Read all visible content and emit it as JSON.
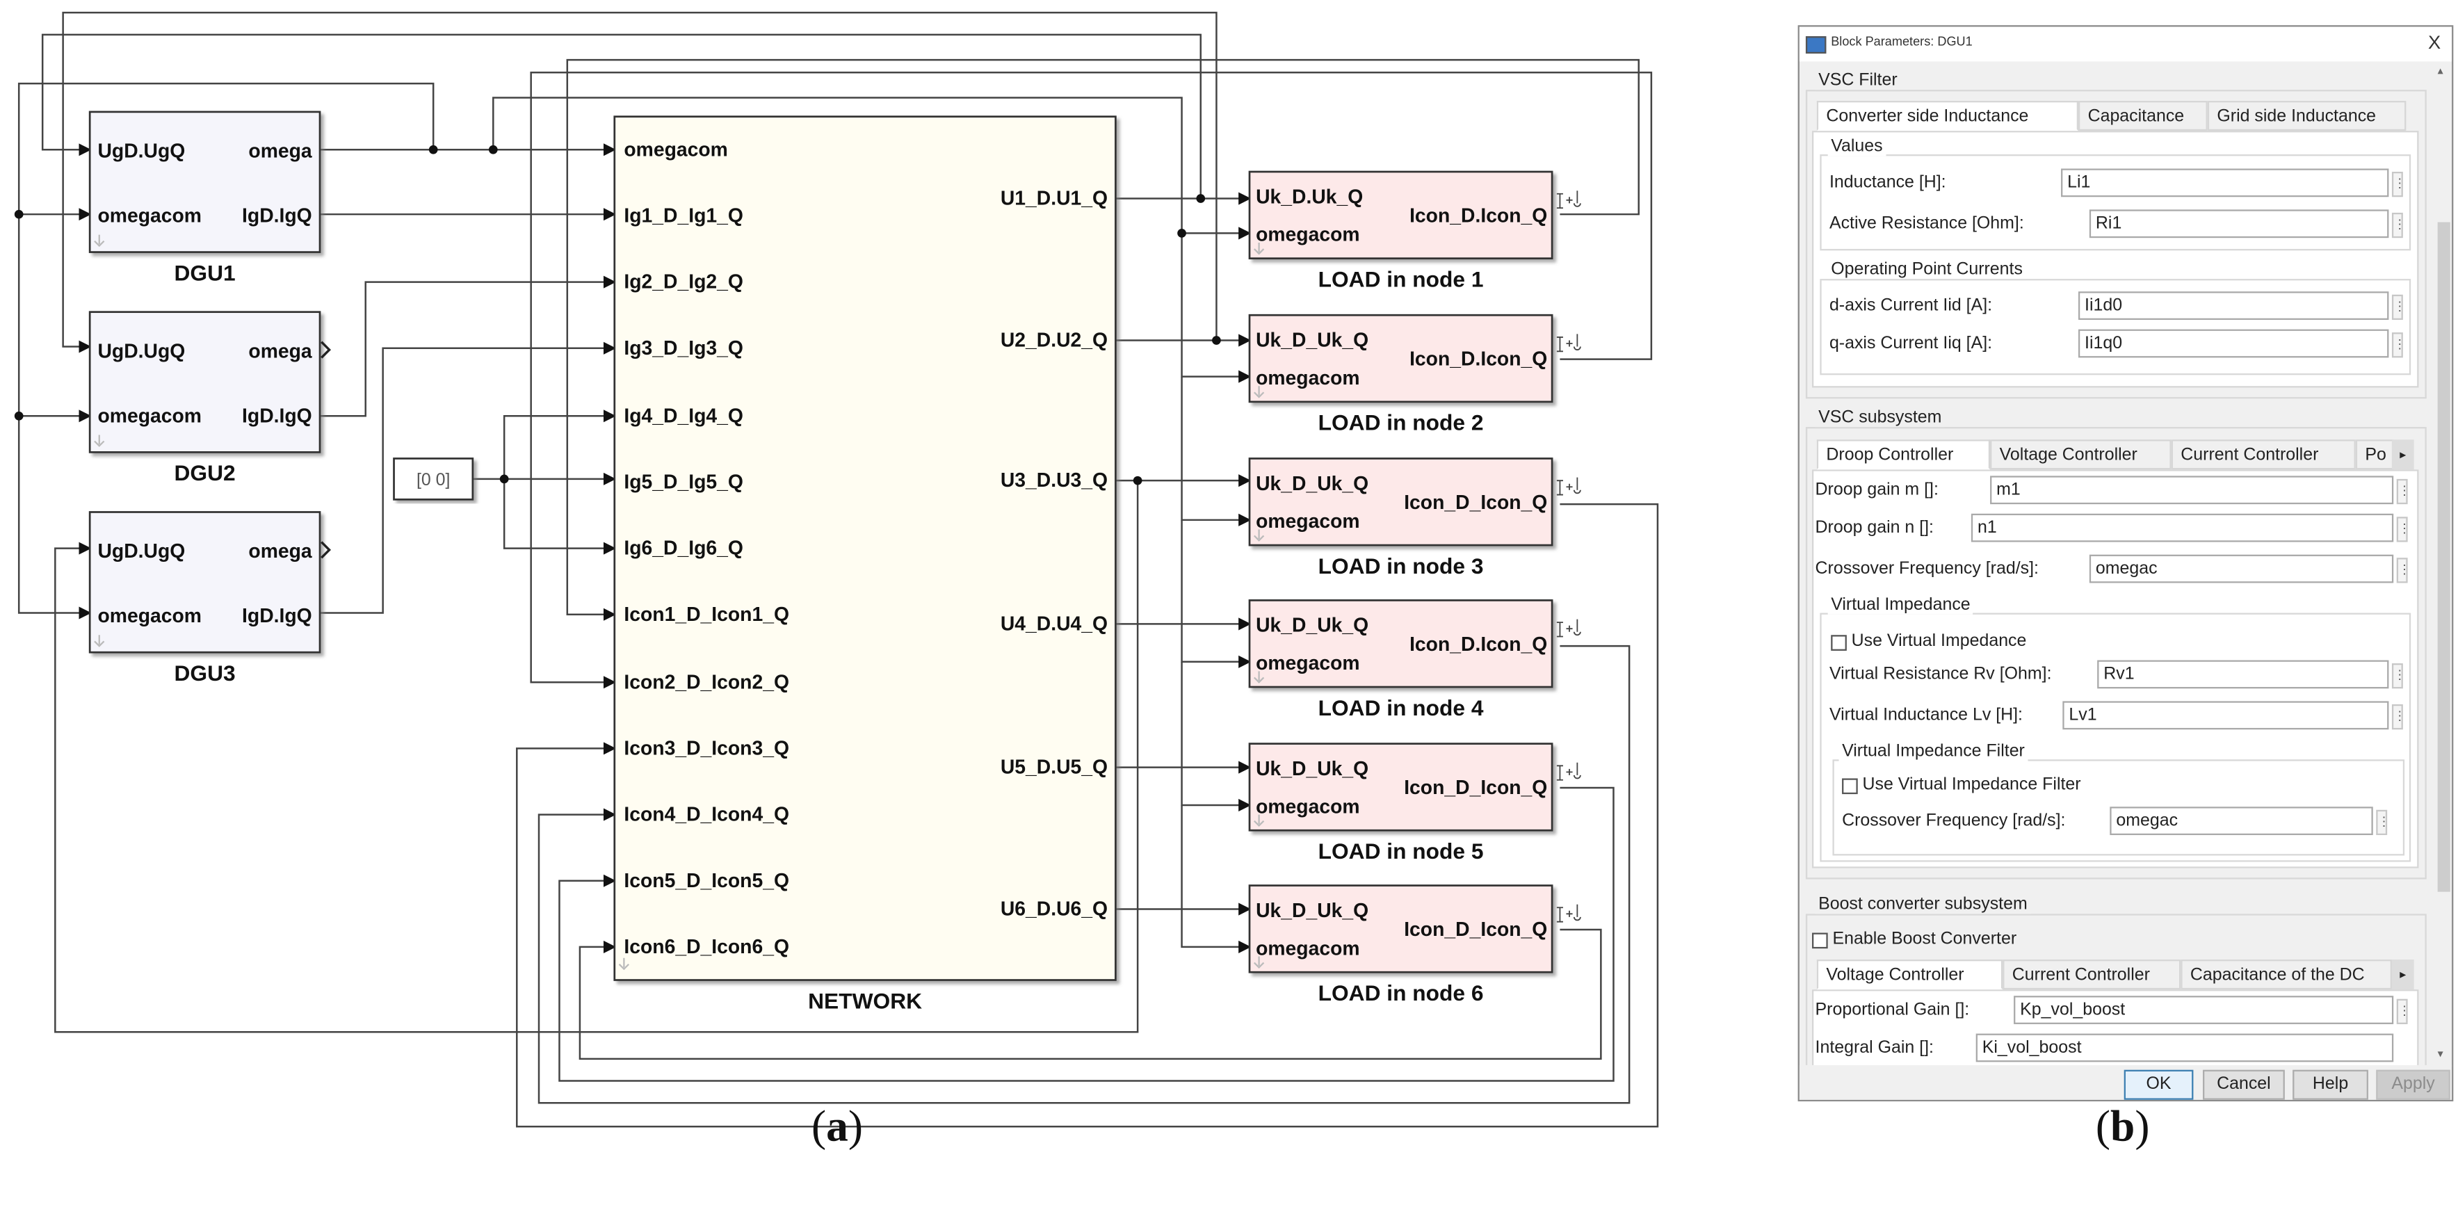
{
  "captions": {
    "a_letter": "a",
    "b_letter": "b"
  },
  "diagram": {
    "dgus": [
      {
        "name": "DGU1",
        "in1": "UgD.UgQ",
        "in2": "omegacom",
        "out1": "omega",
        "out2": "IgD.IgQ"
      },
      {
        "name": "DGU2",
        "in1": "UgD.UgQ",
        "in2": "omegacom",
        "out1": "omega",
        "out2": "IgD.IgQ"
      },
      {
        "name": "DGU3",
        "in1": "UgD.UgQ",
        "in2": "omegacom",
        "out1": "omega",
        "out2": "IgD.IgQ"
      }
    ],
    "constant": "[0 0]",
    "network": {
      "name": "NETWORK",
      "inputs": [
        "omegacom",
        "Ig1_D_Ig1_Q",
        "Ig2_D_Ig2_Q",
        "Ig3_D_Ig3_Q",
        "Ig4_D_Ig4_Q",
        "Ig5_D_Ig5_Q",
        "Ig6_D_Ig6_Q",
        "Icon1_D_Icon1_Q",
        "Icon2_D_Icon2_Q",
        "Icon3_D_Icon3_Q",
        "Icon4_D_Icon4_Q",
        "Icon5_D_Icon5_Q",
        "Icon6_D_Icon6_Q"
      ],
      "outputs": [
        "U1_D.U1_Q",
        "U2_D.U2_Q",
        "U3_D.U3_Q",
        "U4_D.U4_Q",
        "U5_D.U5_Q",
        "U6_D.U6_Q"
      ]
    },
    "loads": [
      {
        "name": "LOAD in node 1",
        "in1": "Uk_D.Uk_Q",
        "in2": "omegacom",
        "out": "Icon_D.Icon_Q"
      },
      {
        "name": "LOAD in node 2",
        "in1": "Uk_D_Uk_Q",
        "in2": "omegacom",
        "out": "Icon_D.Icon_Q"
      },
      {
        "name": "LOAD in node 3",
        "in1": "Uk_D_Uk_Q",
        "in2": "omegacom",
        "out": "Icon_D_Icon_Q"
      },
      {
        "name": "LOAD in node 4",
        "in1": "Uk_D_Uk_Q",
        "in2": "omegacom",
        "out": "Icon_D.Icon_Q"
      },
      {
        "name": "LOAD in node 5",
        "in1": "Uk_D_Uk_Q",
        "in2": "omegacom",
        "out": "Icon_D_Icon_Q"
      },
      {
        "name": "LOAD in node 6",
        "in1": "Uk_D_Uk_Q",
        "in2": "omegacom",
        "out": "Icon_D_Icon_Q"
      }
    ],
    "colors": {
      "dgu_fill": "#f5f5fb",
      "network_fill": "#fffdf2",
      "load_fill": "#fde9e9"
    }
  },
  "dialog": {
    "title": "Block Parameters: DGU1",
    "close": "X",
    "vsc_filter": {
      "legend": "VSC Filter",
      "tabs": [
        "Converter side Inductance",
        "Capacitance",
        "Grid side Inductance"
      ],
      "values_legend": "Values",
      "inductance_label": "Inductance [H]:",
      "inductance_value": "Li1",
      "resistance_label": "Active Resistance [Ohm]:",
      "resistance_value": "Ri1",
      "op_legend": "Operating Point Currents",
      "id_label": "d-axis Current Iid [A]:",
      "id_value": "Ii1d0",
      "iq_label": "q-axis Current Iiq [A]:",
      "iq_value": "Ii1q0"
    },
    "vsc_subsystem": {
      "legend": "VSC subsystem",
      "tabs": [
        "Droop Controller",
        "Voltage Controller",
        "Current Controller",
        "Po"
      ],
      "m_label": "Droop gain m []:",
      "m_value": "m1",
      "n_label": "Droop gain n []:",
      "n_value": "n1",
      "fc_label": "Crossover Frequency [rad/s]:",
      "fc_value": "omegac",
      "vi_legend": "Virtual Impedance",
      "use_vi": "Use Virtual Impedance",
      "rv_label": "Virtual Resistance Rv [Ohm]:",
      "rv_value": "Rv1",
      "lv_label": "Virtual Inductance Lv [H]:",
      "lv_value": "Lv1",
      "vif_legend": "Virtual Impedance Filter",
      "use_vif": "Use Virtual Impedance Filter",
      "vif_fc_label": "Crossover Frequency [rad/s]:",
      "vif_fc_value": "omegac"
    },
    "boost": {
      "legend": "Boost converter subsystem",
      "enable": "Enable Boost Converter",
      "tabs": [
        "Voltage Controller",
        "Current Controller",
        "Capacitance of the DC"
      ],
      "kp_label": "Proportional Gain []:",
      "kp_value": "Kp_vol_boost",
      "ki_label": "Integral Gain []:",
      "ki_value": "Ki_vol_boost"
    },
    "buttons": {
      "ok": "OK",
      "cancel": "Cancel",
      "help": "Help",
      "apply": "Apply"
    }
  }
}
